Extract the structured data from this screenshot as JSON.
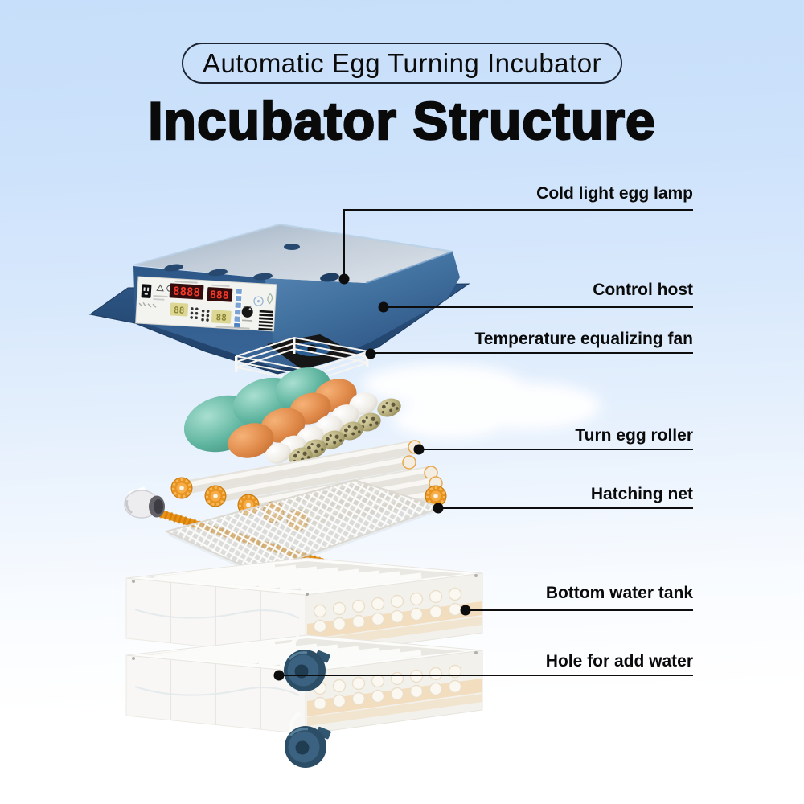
{
  "banner": {
    "text": "Automatic Egg Turning Incubator"
  },
  "title": {
    "text": "Incubator Structure"
  },
  "callouts": [
    {
      "id": "cold-light-egg-lamp",
      "label": "Cold light egg lamp"
    },
    {
      "id": "control-host",
      "label": "Control host"
    },
    {
      "id": "temperature-equalizing-fan",
      "label": "Temperature equalizing fan"
    },
    {
      "id": "turn-egg-roller",
      "label": "Turn egg roller"
    },
    {
      "id": "hatching-net",
      "label": "Hatching net"
    },
    {
      "id": "bottom-water-tank",
      "label": "Bottom water tank"
    },
    {
      "id": "hole-for-add-water",
      "label": "Hole for add water"
    }
  ],
  "control_panel": {
    "display_main": "8888",
    "display_secondary": "888",
    "display_left": "88",
    "display_right": "88"
  },
  "colors": {
    "background_top": "#c7dffa",
    "background_bottom": "#ffffff",
    "machine_blue": "#3a689e",
    "machine_top_gray": "#c2cdd9",
    "accent_orange": "#ef9c2c",
    "egg_teal": "#5fb5a0",
    "egg_orange": "#e08a4a",
    "quail_egg": "#b3aa78",
    "tank_white": "#f8f7f5",
    "motor_blue": "#2c4d66",
    "line_black": "#0d0d0d"
  }
}
